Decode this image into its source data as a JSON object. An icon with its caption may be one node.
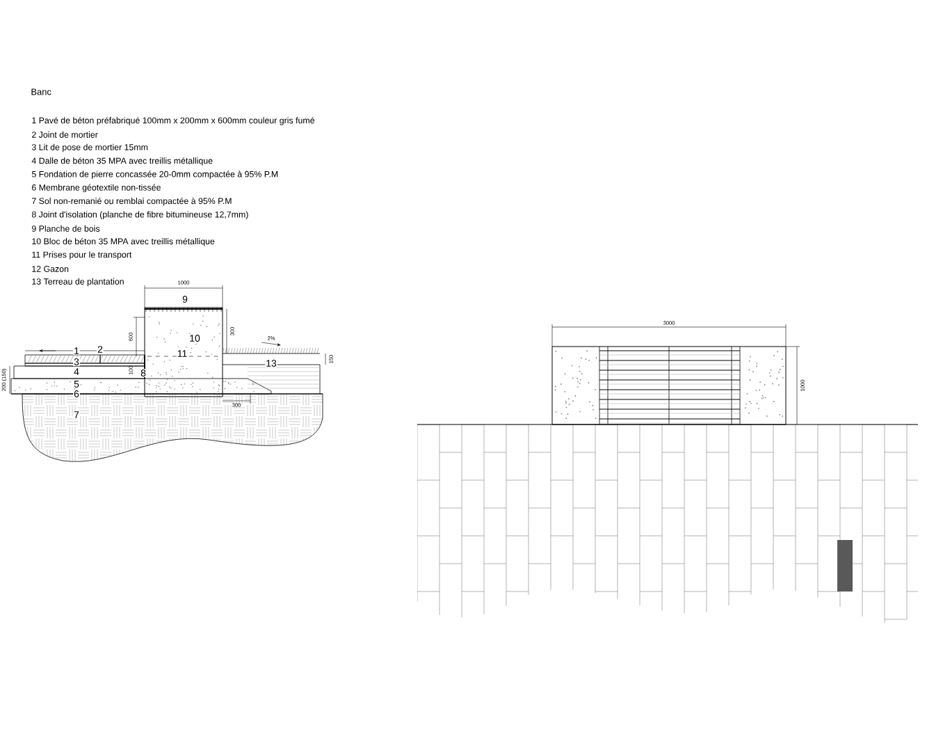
{
  "diagram": {
    "title": "Banc",
    "labels": [
      "1 Pavé de béton préfabriqué 100mm x 200mm x 600mm couleur gris fumé",
      "2 Joint de mortier",
      "3 Lit de pose de mortier 15mm",
      "4 Dalle de béton 35 MPA avec treillis métallique",
      "5 Fondation de pierre concassée 20-0mm compactée à 95% P.M",
      "6 Membrane géotextile non-tissée",
      "7 Sol non-remanié ou remblai compactée à 95% P.M",
      "8 Joint d'isolation (planche de fibre bitumineuse 12,7mm)",
      "9 Planche de bois",
      "10 Bloc de béton 35 MPA avec treillis métallique",
      "11 Prises pour le transport",
      "12 Gazon",
      "13 Terreau de plantation",
      "1",
      "2",
      "3",
      "4",
      "5",
      "6",
      "7",
      "8",
      "9",
      "10",
      "11",
      "13",
      "1000",
      "600",
      "300",
      "2%",
      "150",
      "200 (150)",
      "100",
      "300",
      "3000",
      "1000"
    ]
  }
}
